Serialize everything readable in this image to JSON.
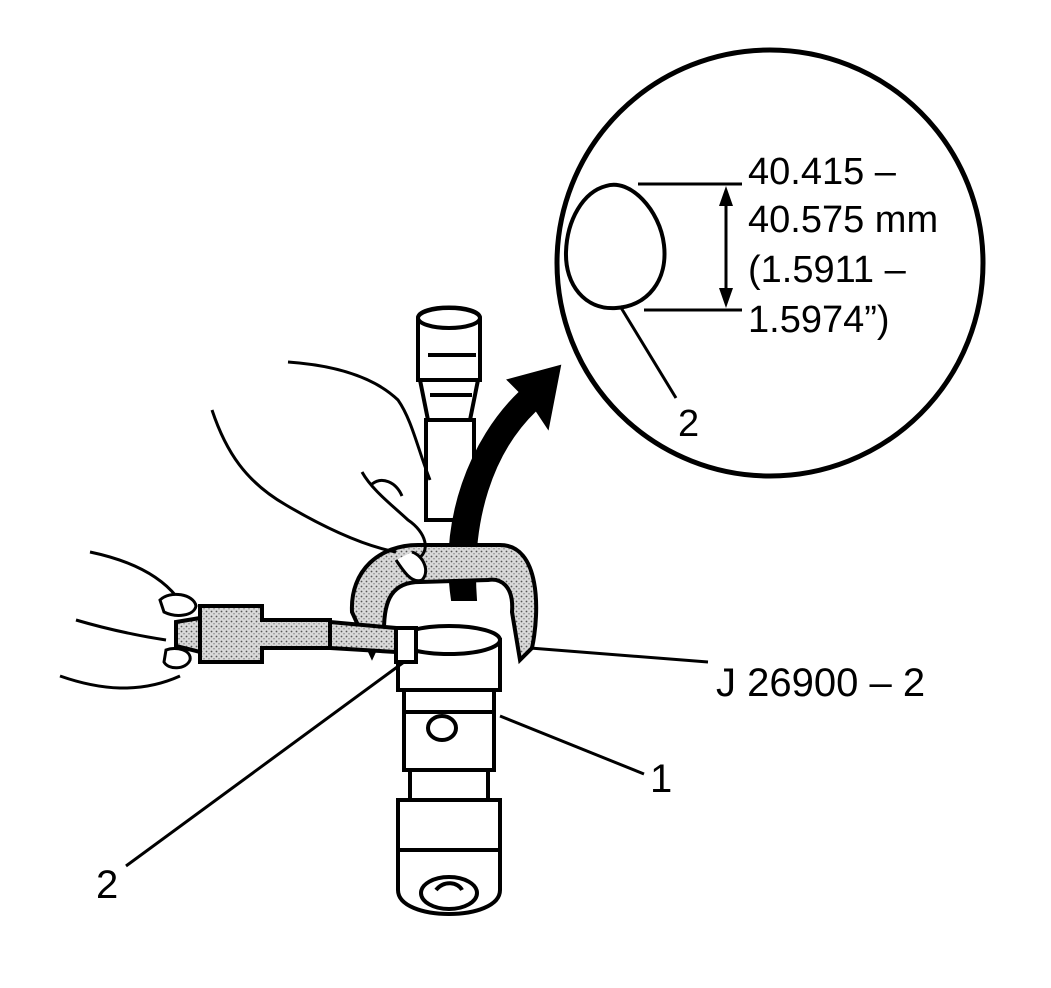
{
  "colors": {
    "ink": "#000000",
    "paper": "#ffffff",
    "stipple": "#c8c8c8"
  },
  "callout": {
    "spec_line1": "40.415 –",
    "spec_line2": "40.575 mm",
    "spec_line3": "(1.5911 –",
    "spec_line4": "1.5974”)",
    "lobe_label": "2"
  },
  "labels": {
    "tool": "J 26900 – 2",
    "camshaft": "1",
    "lobe": "2"
  }
}
